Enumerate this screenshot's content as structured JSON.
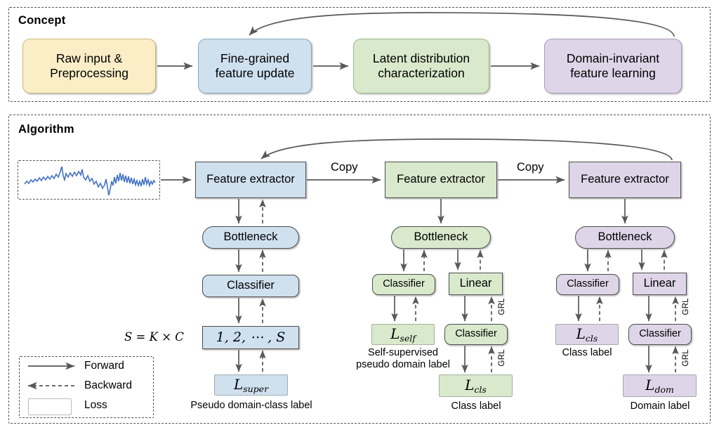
{
  "figure": {
    "panels": [
      {
        "id": "concept",
        "title": "Concept"
      },
      {
        "id": "algorithm",
        "title": "Algorithm"
      }
    ]
  },
  "concept": {
    "title": "Concept",
    "stages": [
      {
        "label": "Raw input &\nPreprocessing",
        "color": "#fbeec7"
      },
      {
        "label": "Fine-grained\nfeature update",
        "color": "#cfe0ef"
      },
      {
        "label": "Latent distribution\ncharacterization",
        "color": "#d9e9cc"
      },
      {
        "label": "Domain-invariant\nfeature learning",
        "color": "#ded5e8"
      }
    ]
  },
  "algorithm": {
    "title": "Algorithm",
    "copy_labels": [
      "Copy",
      "Copy"
    ],
    "branches": [
      {
        "id": "branch-blue",
        "color": "#cfe0ef",
        "feature_extractor": "Feature extractor",
        "bottleneck": "Bottleneck",
        "classifier": "Classifier",
        "sequence_box": "1, 2, ⋯ , S",
        "sequence_eq": "S = K × C",
        "loss": "𝓛super",
        "loss_symbol": "L",
        "loss_sub": "super",
        "caption": "Pseudo domain-class label"
      },
      {
        "id": "branch-green",
        "color": "#d9e9cc",
        "feature_extractor": "Feature extractor",
        "bottleneck": "Bottleneck",
        "left_head": "Classifier",
        "right_head": "Linear",
        "right_classifier": "Classifier",
        "left_loss_symbol": "L",
        "left_loss_sub": "self",
        "left_caption": "Self-supervised\npseudo domain label",
        "right_loss_symbol": "L",
        "right_loss_sub": "cls",
        "right_caption": "Class label",
        "grl_labels": [
          "GRL",
          "GRL"
        ]
      },
      {
        "id": "branch-purple",
        "color": "#ded5e8",
        "feature_extractor": "Feature extractor",
        "bottleneck": "Bottleneck",
        "left_head": "Classifier",
        "right_head": "Linear",
        "right_classifier": "Classifier",
        "left_loss_symbol": "L",
        "left_loss_sub": "cls",
        "left_caption": "Class label",
        "right_loss_symbol": "L",
        "right_loss_sub": "dom",
        "right_caption": "Domain label",
        "grl_labels": [
          "GRL",
          "GRL"
        ]
      }
    ],
    "legend": {
      "items": [
        {
          "key": "forward",
          "label": "Forward",
          "style": "solid-arrow"
        },
        {
          "key": "backward",
          "label": "Backward",
          "style": "dashed-arrow"
        },
        {
          "key": "loss",
          "label": "Loss",
          "style": "dotted-box"
        }
      ]
    },
    "input_signal": {
      "name": "raw-time-series-signal",
      "stroke": "#4472c4"
    }
  }
}
